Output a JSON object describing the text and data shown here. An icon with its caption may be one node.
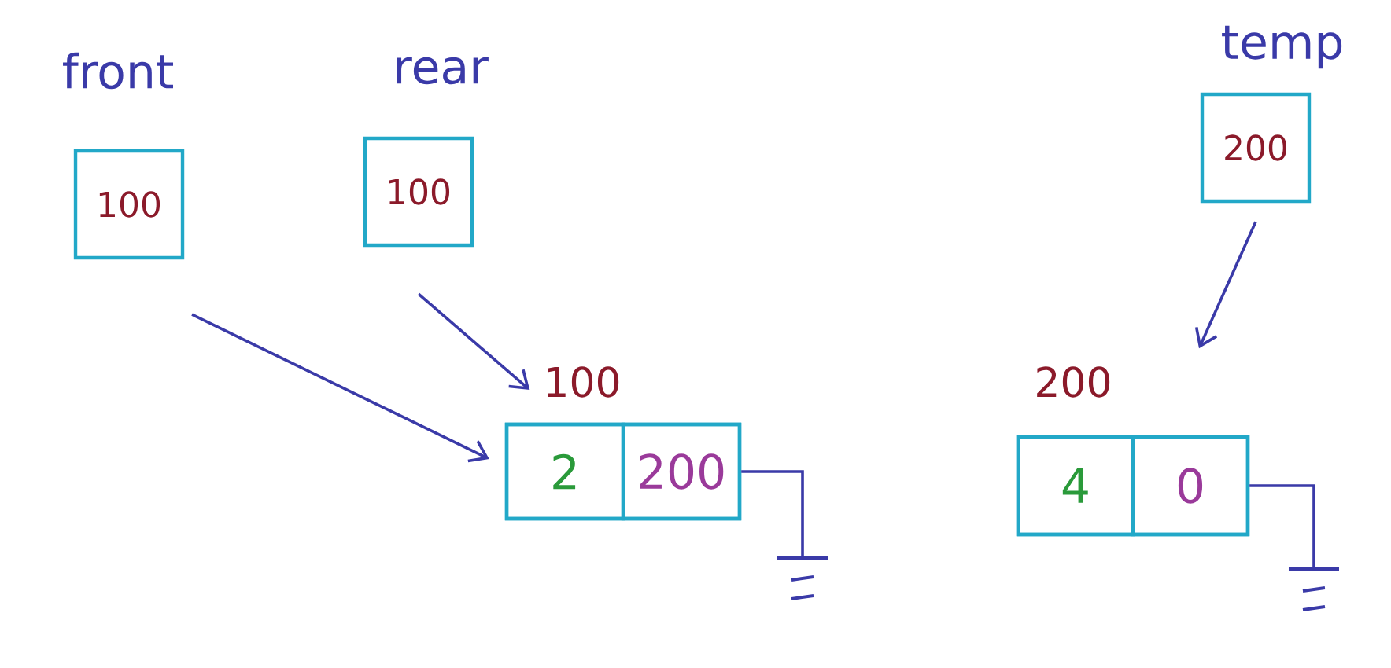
{
  "diagram": {
    "nodes": [
      {
        "text": [
          "front",
          "100"
        ]
      },
      {
        "text": [
          "rear",
          "100"
        ]
      },
      {
        "text": [
          "temp",
          "200"
        ]
      },
      {
        "text": [
          "100"
        ]
      },
      {
        "text": [
          "2"
        ],
        "in": 3
      },
      {
        "text": [
          "200"
        ],
        "in": 3
      },
      {
        "text": [
          "200"
        ]
      },
      {
        "text": [
          "4"
        ],
        "in": 6
      },
      {
        "text": [
          "0"
        ],
        "in": 6
      },
      {
        "text": [],
        "shape": "ground"
      },
      {
        "text": [],
        "shape": "ground"
      }
    ],
    "edges": [
      {
        "from": 0,
        "to": 3,
        "arrow": "to"
      },
      {
        "from": 1,
        "to": 3,
        "arrow": "to"
      },
      {
        "from": 2,
        "to": 6,
        "arrow": "to"
      },
      {
        "from": 5,
        "to": 9,
        "arrow": "none"
      },
      {
        "from": 8,
        "to": 10,
        "arrow": "none"
      }
    ]
  }
}
